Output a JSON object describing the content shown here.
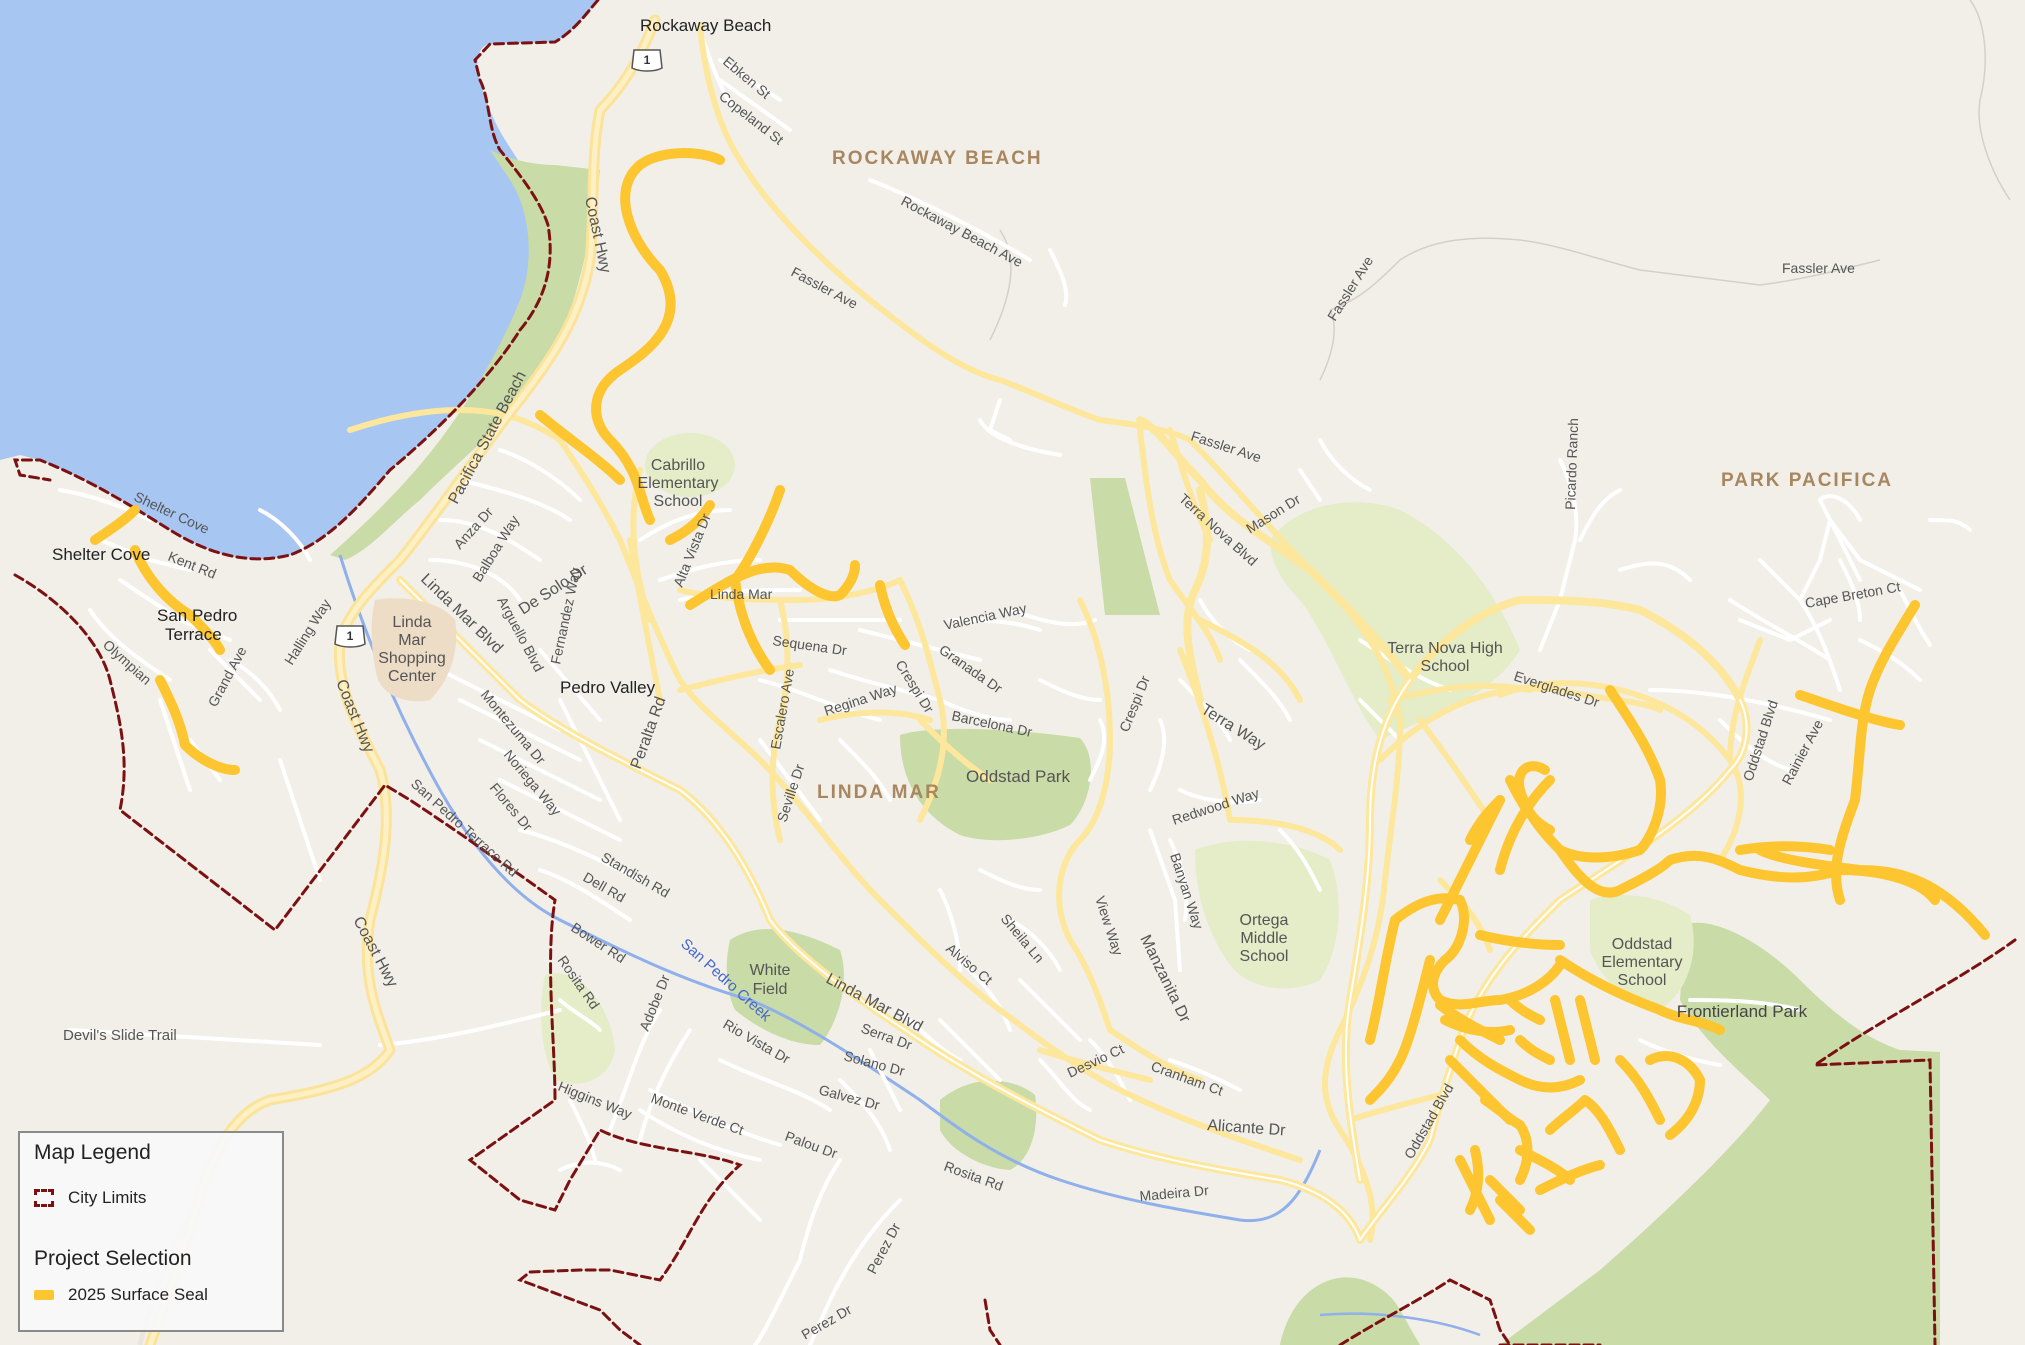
{
  "colors": {
    "land": "#f2efe9",
    "water": "#a7c6f2",
    "park": "#c9dba6",
    "school": "#e4ecc8",
    "major_road": "#fde79c",
    "minor_road": "#ffffff",
    "city_limits": "#7b1111",
    "surface_seal": "#fdc530",
    "creek": "#8fb0ea"
  },
  "area_labels": {
    "rockaway_beach": "ROCKAWAY BEACH",
    "park_pacifica": "PARK PACIFICA",
    "linda_mar": "LINDA MAR"
  },
  "place_labels": {
    "rockaway_beach": "Rockaway Beach",
    "shelter_cove": "Shelter Cove",
    "san_pedro_terrace_1": "San Pedro",
    "san_pedro_terrace_2": "Terrace",
    "pedro_valley": "Pedro Valley"
  },
  "poi_labels": {
    "cabrillo_1": "Cabrillo",
    "cabrillo_2": "Elementary",
    "cabrillo_3": "School",
    "shopping_1": "Linda",
    "shopping_2": "Mar",
    "shopping_3": "Shopping",
    "shopping_4": "Center",
    "oddstad_park": "Oddstad Park",
    "white_field_1": "White",
    "white_field_2": "Field",
    "terra_nova_1": "Terra Nova High",
    "terra_nova_2": "School",
    "ortega_1": "Ortega",
    "ortega_2": "Middle",
    "ortega_3": "School",
    "oddstad_elem_1": "Oddstad",
    "oddstad_elem_2": "Elementary",
    "oddstad_elem_3": "School",
    "frontierland": "Frontierland Park"
  },
  "highway": {
    "shield": "1",
    "coast_hwy": "Coast Hwy",
    "pacifica_state_beach": "Pacifica State Beach",
    "devils_slide": "Devil's Slide Trail"
  },
  "water_labels": {
    "san_pedro_creek": "San Pedro Creek"
  },
  "streets": {
    "ebken": "Ebken St",
    "copeland": "Copeland St",
    "rockaway_beach_ave": "Rockaway Beach Ave",
    "fassler_ave": "Fassler Ave",
    "terra_nova_blvd": "Terra Nova Blvd",
    "mason": "Mason Dr",
    "picardo": "Picardo Ranch",
    "cape_breton": "Cape Breton Ct",
    "everglades": "Everglades Dr",
    "oddstad_blvd": "Oddstad Blvd",
    "rainier": "Rainier Ave",
    "shelter_cove": "Shelter Cove",
    "kent": "Kent Rd",
    "olympian": "Olympian",
    "grand": "Grand Ave",
    "halling": "Halling Way",
    "anza": "Anza Dr",
    "balboa": "Balboa Way",
    "linda_mar_blvd": "Linda Mar Blvd",
    "de_solo": "De Solo Dr",
    "arguello": "Arguello Blvd",
    "fernandez": "Fernandez Way",
    "alta_vista": "Alta Vista Dr",
    "linda_mar_partial": "Linda Mar",
    "sequena": "Sequena Dr",
    "valencia": "Valencia Way",
    "granada": "Granada Dr",
    "crespi": "Crespi Dr",
    "regina": "Regina Way",
    "barcelona": "Barcelona Dr",
    "escalero": "Escalero Ave",
    "peralta": "Peralta Rd",
    "montezuma": "Montezuma Dr",
    "noriega": "Noriega Way",
    "flores": "Flores Dr",
    "seville": "Seville Dr",
    "standish": "Standish Rd",
    "dell": "Dell Rd",
    "bower": "Bower Rd",
    "rosita": "Rosita Rd",
    "adobe": "Adobe Dr",
    "rio_vista": "Rio Vista Dr",
    "serra": "Serra Dr",
    "solano": "Solano Dr",
    "galvez": "Galvez Dr",
    "monte_verde": "Monte Verde Ct",
    "palou": "Palou Dr",
    "higgins": "Higgins Way",
    "alviso": "Alviso Ct",
    "sheila": "Sheila Ln",
    "view_way": "View Way",
    "manzanita": "Manzanita Dr",
    "desvio": "Desvio Ct",
    "cranham": "Cranham Ct",
    "alicante": "Alicante Dr",
    "madeira": "Madeira Dr",
    "redwood": "Redwood Way",
    "banyan": "Banyan Way",
    "terra_way": "Terra Way",
    "perez": "Perez Dr",
    "perez2": "Perez Dr",
    "san_pedro_terrace_rd": "San Pedro Terrace Rd"
  },
  "legend": {
    "title": "Map Legend",
    "city_limits": "City Limits",
    "subtitle": "Project Selection",
    "surface_seal": "2025 Surface Seal"
  }
}
